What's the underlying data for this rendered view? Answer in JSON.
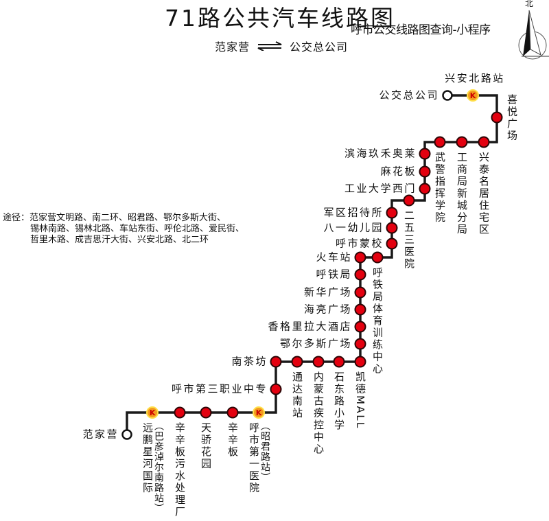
{
  "header": {
    "title": "71路公共汽车线路图",
    "watermark": "呼市公交线路图查询-小程序",
    "from": "范家营",
    "to": "公交总公司",
    "direction_icon": "bidirectional-arrows-icon"
  },
  "compass": {
    "label": "北"
  },
  "route_description": {
    "label": "途径：",
    "lines": [
      "范家营文明路、南二环、昭君路、鄂尔多斯大街、",
      "锡林南路、锡林北路、车站东街、呼伦北路、爱民街、",
      "哲里木路、成吉思汗大街、兴安北路、北二环"
    ]
  },
  "colors": {
    "line": "#1a1a1a",
    "stop": "#e3000f",
    "stop_stroke": "#2b0505",
    "hub": "#f39a1e",
    "hub_ring": "#ffe04a"
  },
  "stops": [
    {
      "name": "范家营",
      "type": "terminal"
    },
    {
      "name": "远鹏星河国际",
      "note": "（巴彦淖尔南路站）",
      "type": "hub"
    },
    {
      "name": "辛辛板污水处理厂",
      "type": "stop"
    },
    {
      "name": "天骄花园",
      "type": "stop"
    },
    {
      "name": "辛辛板",
      "type": "stop"
    },
    {
      "name": "呼市第一医院",
      "note": "（昭君路站）",
      "type": "hub"
    },
    {
      "name": "呼市第三职业中专",
      "type": "stop"
    },
    {
      "name": "南茶坊",
      "type": "stop"
    },
    {
      "name": "通达南站",
      "type": "stop"
    },
    {
      "name": "内蒙古疾控中心",
      "type": "stop"
    },
    {
      "name": "石东路小学",
      "type": "stop"
    },
    {
      "name": "凯德MALL",
      "type": "stop"
    },
    {
      "name": "鄂尔多斯广场",
      "type": "stop"
    },
    {
      "name": "香格里拉大酒店",
      "type": "stop"
    },
    {
      "name": "海亮广场",
      "type": "stop"
    },
    {
      "name": "新华广场",
      "type": "stop"
    },
    {
      "name": "呼铁局",
      "type": "stop"
    },
    {
      "name": "火车站",
      "type": "stop"
    },
    {
      "name": "呼铁局体育训练中心",
      "type": "stop"
    },
    {
      "name": "呼市蒙校",
      "type": "stop"
    },
    {
      "name": "八一幼儿园",
      "type": "stop"
    },
    {
      "name": "军区招待所",
      "type": "stop"
    },
    {
      "name": "二五三医院",
      "type": "stop"
    },
    {
      "name": "工业大学西门",
      "type": "stop"
    },
    {
      "name": "麻花板",
      "type": "stop"
    },
    {
      "name": "滨海玖禾奥莱",
      "type": "stop"
    },
    {
      "name": "武警指挥学院",
      "type": "stop"
    },
    {
      "name": "工商局新城分局",
      "type": "stop"
    },
    {
      "name": "兴泰名居住宅区",
      "type": "stop"
    },
    {
      "name": "喜悦广场",
      "type": "stop"
    },
    {
      "name": "兴安北路站",
      "type": "hub"
    },
    {
      "name": "公交总公司",
      "type": "terminal"
    }
  ]
}
